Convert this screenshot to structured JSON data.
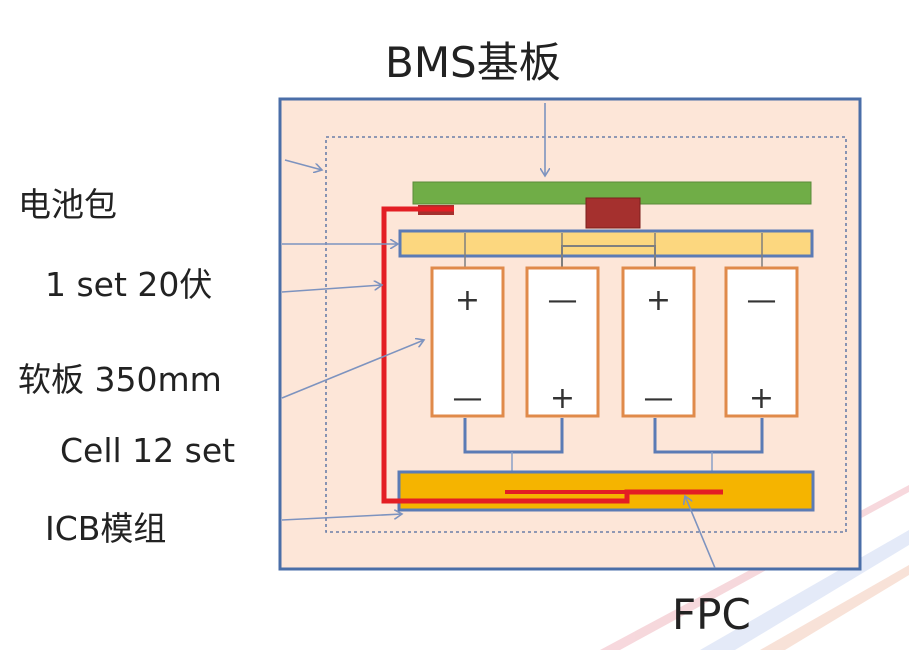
{
  "labels": {
    "bms": "BMS基板",
    "pack": "电池包",
    "set": "1 set 20伏",
    "flex": "软板 350mm",
    "cell": "Cell 12 set",
    "icb": "ICB模组",
    "fpc": "FPC"
  },
  "cells": [
    {
      "top": "+",
      "bottom": "—"
    },
    {
      "top": "—",
      "bottom": "+"
    },
    {
      "top": "+",
      "bottom": "—"
    },
    {
      "top": "—",
      "bottom": "+"
    }
  ],
  "colors": {
    "pack_border": "#4a6ea8",
    "pack_fill": "#fde6d8",
    "bms_board": "#70ad47",
    "connector": "#a5302e",
    "busbar_top": "#fcd77f",
    "icb": "#f5b400",
    "cell_border": "#e08a4a",
    "flex_line": "#e31e24",
    "wire": "#5b7bb5",
    "arrow": "#7d93bf"
  }
}
